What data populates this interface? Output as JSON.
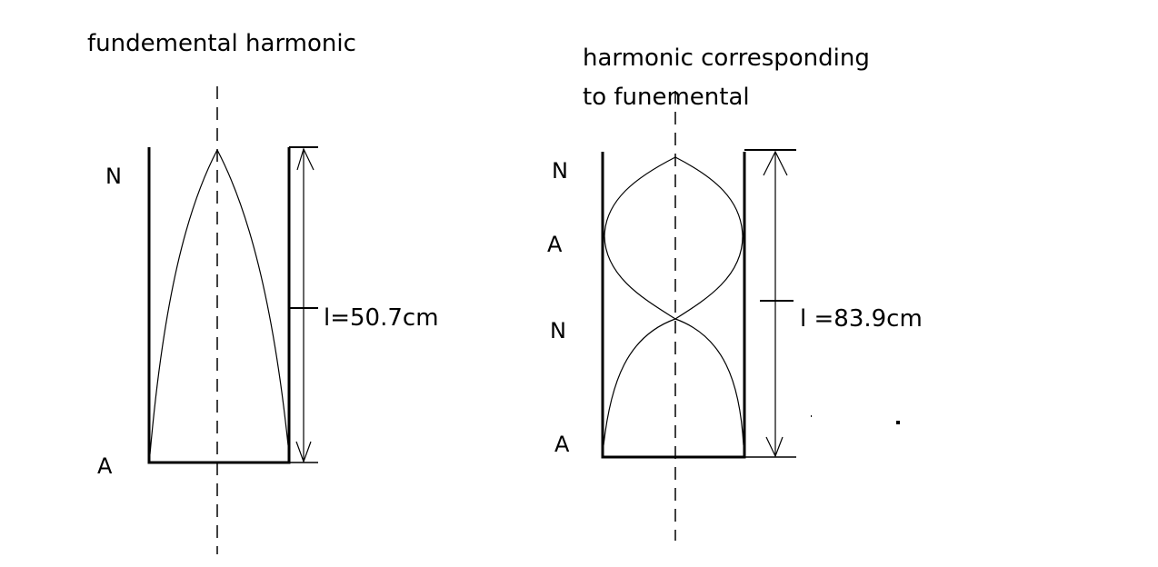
{
  "left_diagram": {
    "title": "fundemental harmonic",
    "top_label": "N",
    "bottom_label": "A",
    "length_label": "l=50.7cm"
  },
  "right_diagram": {
    "title_line1": "harmonic corresponding",
    "title_line2": "to funemental",
    "labels": [
      "N",
      "A",
      "N",
      "A"
    ],
    "length_label": "l =83.9cm"
  }
}
